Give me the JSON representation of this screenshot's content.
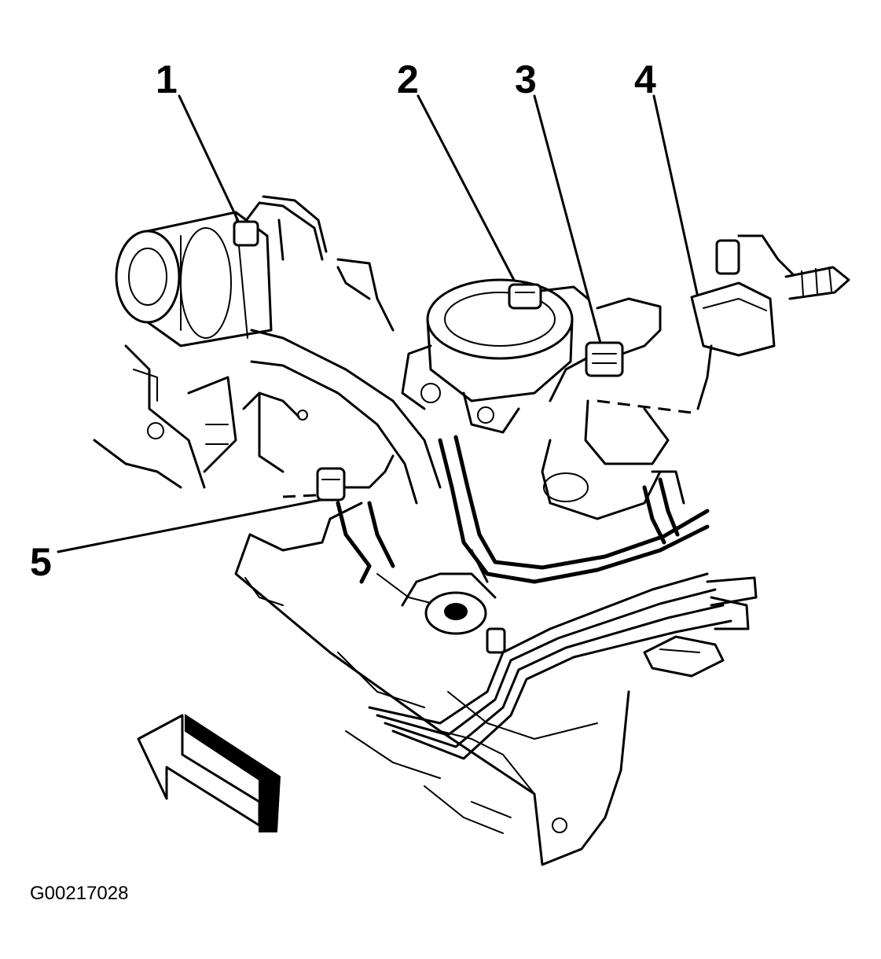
{
  "figure_id": "G00217028",
  "callouts": [
    {
      "num": "1",
      "label": "callout-1"
    },
    {
      "num": "2",
      "label": "callout-2"
    },
    {
      "num": "3",
      "label": "callout-3"
    },
    {
      "num": "4",
      "label": "callout-4"
    },
    {
      "num": "5",
      "label": "callout-5"
    }
  ],
  "direction_icon": "front-of-vehicle-arrow-icon"
}
